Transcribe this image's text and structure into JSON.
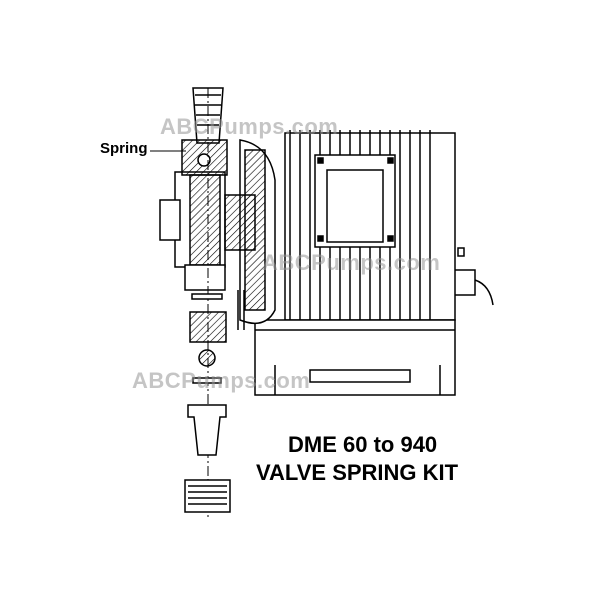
{
  "callout": {
    "spring": "Spring"
  },
  "watermarks": [
    "ABCPumps.com",
    "ABCPumps.com",
    "ABCPumps.com"
  ],
  "title": {
    "line1": "DME 60 to 940",
    "line2": "VALVE SPRING KIT"
  }
}
